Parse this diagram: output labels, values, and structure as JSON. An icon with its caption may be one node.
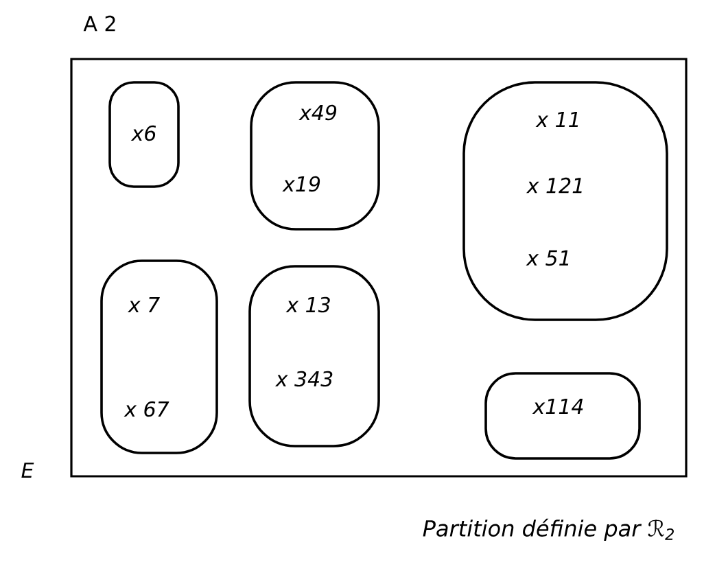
{
  "diagram": {
    "title": "A 2",
    "caption": "Partition définie par ℛ$_{2}$",
    "nodes": [
      {
        "text": [
          "E"
        ]
      },
      {
        "text": [
          "x6"
        ],
        "in": 0
      },
      {
        "text": [
          "x49",
          "x19"
        ],
        "in": 0
      },
      {
        "text": [
          "x 11",
          "x 121",
          "x 51"
        ],
        "in": 0
      },
      {
        "text": [
          "x 7",
          "x 67"
        ],
        "in": 0
      },
      {
        "text": [
          "x 13",
          "x 343"
        ],
        "in": 0
      },
      {
        "text": [
          "x114"
        ],
        "in": 0
      }
    ]
  }
}
